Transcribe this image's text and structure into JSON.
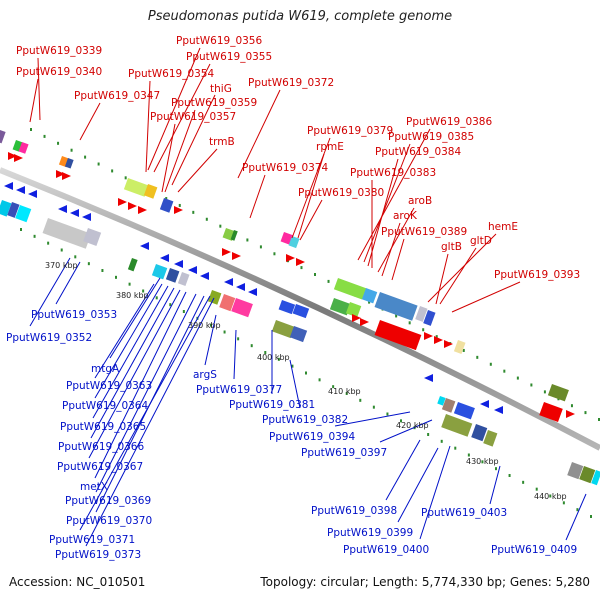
{
  "header": {
    "title": "Pseudomonas putida W619, complete genome"
  },
  "footer": {
    "accession": "Accession: NC_010501",
    "summary": "Topology: circular; Length: 5,774,330 bp; Genes: 5,280"
  },
  "colors": {
    "forward_label": "#d10000",
    "reverse_label": "#0010c8",
    "backbone": "#8c8c8c",
    "forward_arrow": "#ee0000",
    "reverse_arrow": "#1020e0",
    "gc_mark": "#2f8a2f"
  },
  "kbp_ticks": [
    "370 kbp",
    "380 kbp",
    "390 kbp",
    "400 kbp",
    "410 kbp",
    "420 kbp",
    "430 kbp",
    "440 kbp"
  ],
  "forward_genes": [
    "PputW619_0339",
    "PputW619_0340",
    "PputW619_0347",
    "PputW619_0356",
    "PputW619_0355",
    "PputW619_0354",
    "thiG",
    "PputW619_0359",
    "PputW619_0357",
    "trmB",
    "PputW619_0372",
    "PputW619_0379",
    "rpmE",
    "PputW619_0374",
    "PputW619_0380",
    "PputW619_0386",
    "PputW619_0385",
    "PputW619_0384",
    "PputW619_0383",
    "aroB",
    "aroK",
    "PputW619_0389",
    "hemE",
    "gltD",
    "gltB",
    "PputW619_0393"
  ],
  "reverse_genes": [
    "PputW619_0353",
    "PputW619_0352",
    "mtgA",
    "PputW619_0363",
    "PputW619_0364",
    "PputW619_0365",
    "PputW619_0366",
    "PputW619_0367",
    "metX",
    "PputW619_0369",
    "PputW619_0370",
    "PputW619_0371",
    "PputW619_0373",
    "argS",
    "PputW619_0377",
    "PputW619_0381",
    "PputW619_0382",
    "PputW619_0394",
    "PputW619_0397",
    "PputW619_0398",
    "PputW619_0399",
    "PputW619_0400",
    "PputW619_0403",
    "PputW619_0409"
  ]
}
